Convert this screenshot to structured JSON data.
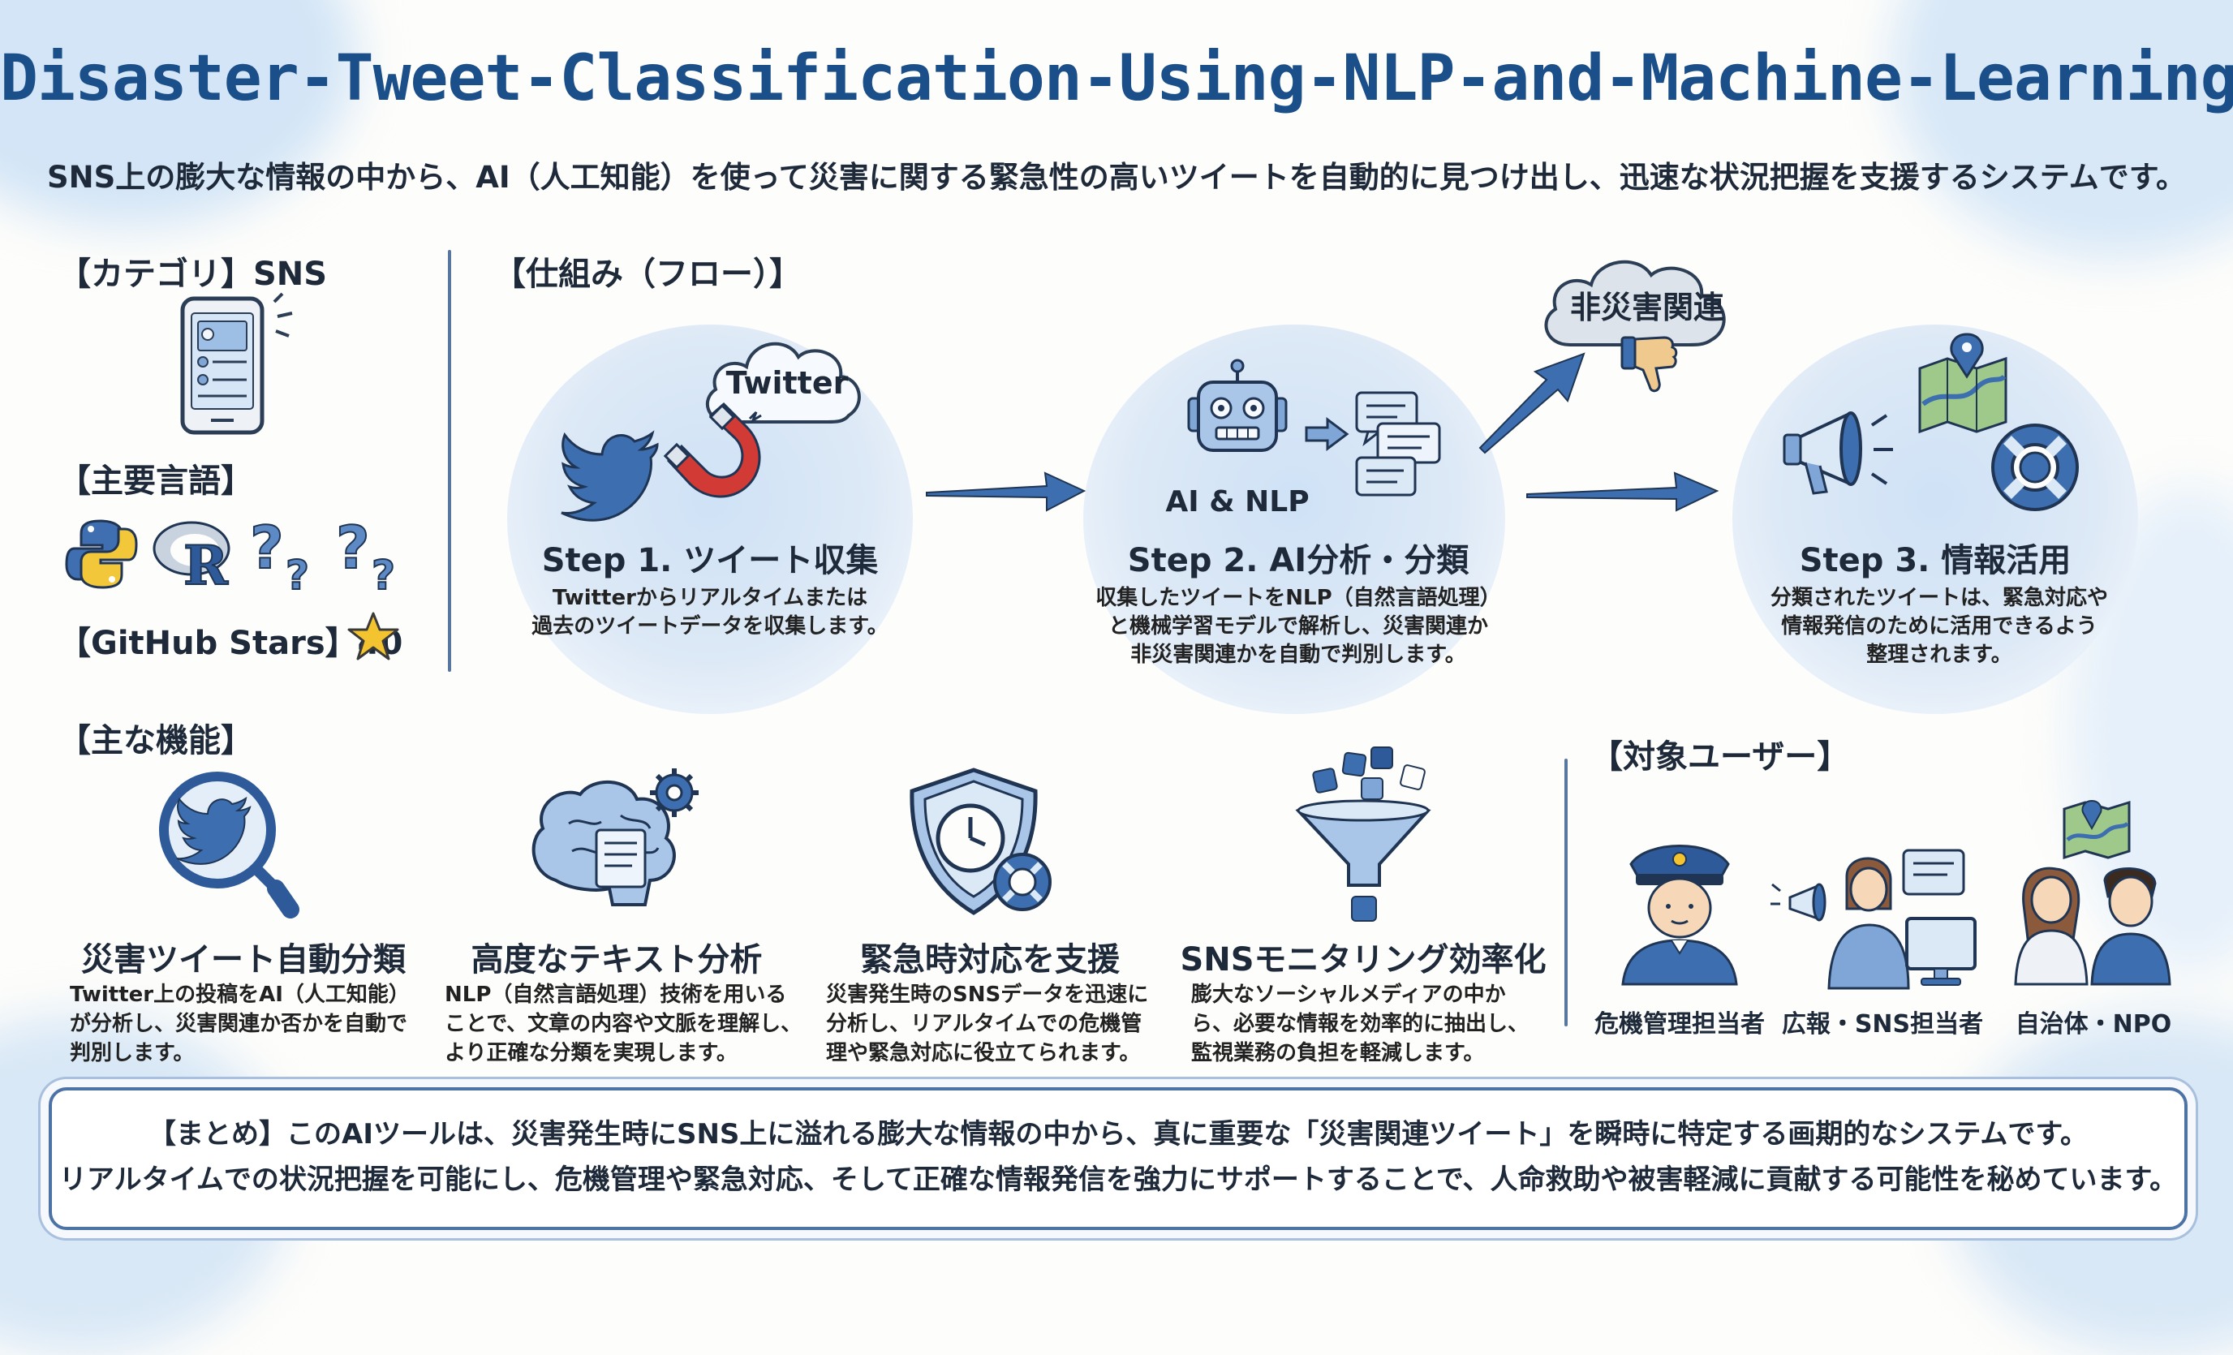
{
  "title": "Disaster-Tweet-Classification-Using-NLP-and-Machine-Learning",
  "subtitle": "SNS上の膨大な情報の中から、AI（人工知能）を使って災害に関する緊急性の高いツイートを自動的に見つけ出し、迅速な状況把握を支援するシステムです。",
  "sidebar": {
    "category_label": "【カテゴリ】SNS",
    "languages_label": "【主要言語】",
    "stars_label": "【GitHub Stars】40",
    "language_icons": [
      "python-icon",
      "r-icon",
      "question-icon",
      "question-icon"
    ]
  },
  "flow": {
    "heading": "【仕組み（フロー）】",
    "twitter_cloud": "Twitter",
    "ai_nlp_label": "AI & NLP",
    "non_disaster_cloud": "非災害関連",
    "steps": [
      {
        "title": "Step 1. ツイート収集",
        "desc": [
          "Twitterからリアルタイムまたは",
          "過去のツイートデータを収集します。"
        ]
      },
      {
        "title": "Step 2. AI分析・分類",
        "desc": [
          "収集したツイートをNLP（自然言語処理）",
          "と機械学習モデルで解析し、災害関連か",
          "非災害関連かを自動で判別します。"
        ]
      },
      {
        "title": "Step 3. 情報活用",
        "desc": [
          "分類されたツイートは、緊急対応や",
          "情報発信のために活用できるよう",
          "整理されます。"
        ]
      }
    ]
  },
  "features": {
    "heading": "【主な機能】",
    "items": [
      {
        "title": "災害ツイート自動分類",
        "desc": [
          "Twitter上の投稿をAI（人工知能）",
          "が分析し、災害関連か否かを自動で",
          "判別します。"
        ]
      },
      {
        "title": "高度なテキスト分析",
        "desc": [
          "NLP（自然言語処理）技術を用いる",
          "ことで、文章の内容や文脈を理解し、",
          "より正確な分類を実現します。"
        ]
      },
      {
        "title": "緊急時対応を支援",
        "desc": [
          "災害発生時のSNSデータを迅速に",
          "分析し、リアルタイムでの危機管",
          "理や緊急対応に役立てられます。"
        ]
      },
      {
        "title": "SNSモニタリング効率化",
        "desc": [
          "膨大なソーシャルメディアの中か",
          "ら、必要な情報を効率的に抽出し、",
          "監視業務の負担を軽減します。"
        ]
      }
    ]
  },
  "users": {
    "heading": "【対象ユーザー】",
    "items": [
      "危機管理担当者",
      "広報・SNS担当者",
      "自治体・NPO"
    ]
  },
  "summary": {
    "line1": "【まとめ】このAIツールは、災害発生時にSNS上に溢れる膨大な情報の中から、真に重要な「災害関連ツイート」を瞬時に特定する画期的なシステムです。",
    "line2": "リアルタイムでの状況把握を可能にし、危機管理や緊急対応、そして正確な情報発信を強力にサポートすることで、人命救助や被害軽減に貢献する可能性を秘めています。"
  },
  "colors": {
    "accent": "#1b4f8a",
    "wash": "#cfe2f6",
    "icon_blue": "#3d6fb0",
    "star": "#f4c430"
  }
}
